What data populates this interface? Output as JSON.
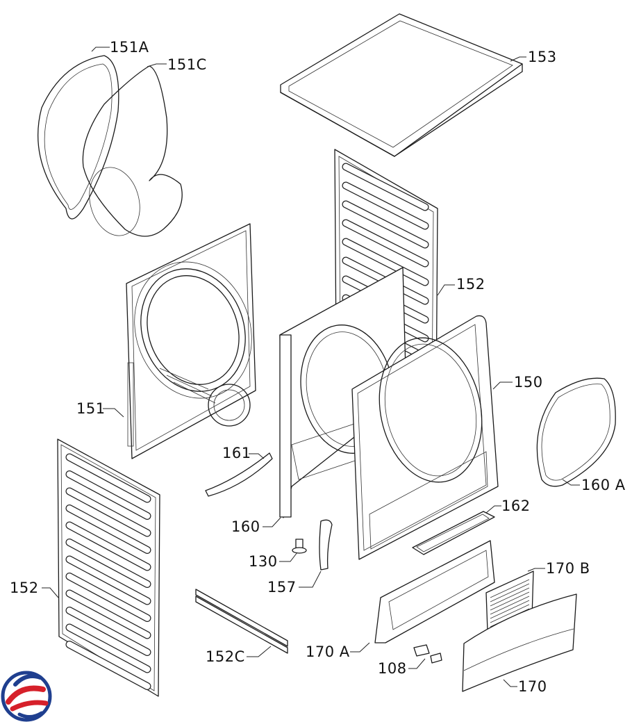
{
  "labels": {
    "l151A": "151A",
    "l151C": "151C",
    "l153": "153",
    "l152_right": "152",
    "l150": "150",
    "l151": "151",
    "l161": "161",
    "l160A": "160 A",
    "l160": "160",
    "l162": "162",
    "l130": "130",
    "l157": "157",
    "l170B": "170 B",
    "l152_left": "152",
    "l152C": "152C",
    "l170A": "170 A",
    "l108": "108",
    "l170": "170"
  },
  "logo": {
    "icon": "circular-swirl-logo",
    "colors": [
      "#1f3f8f",
      "#d6202a"
    ]
  }
}
